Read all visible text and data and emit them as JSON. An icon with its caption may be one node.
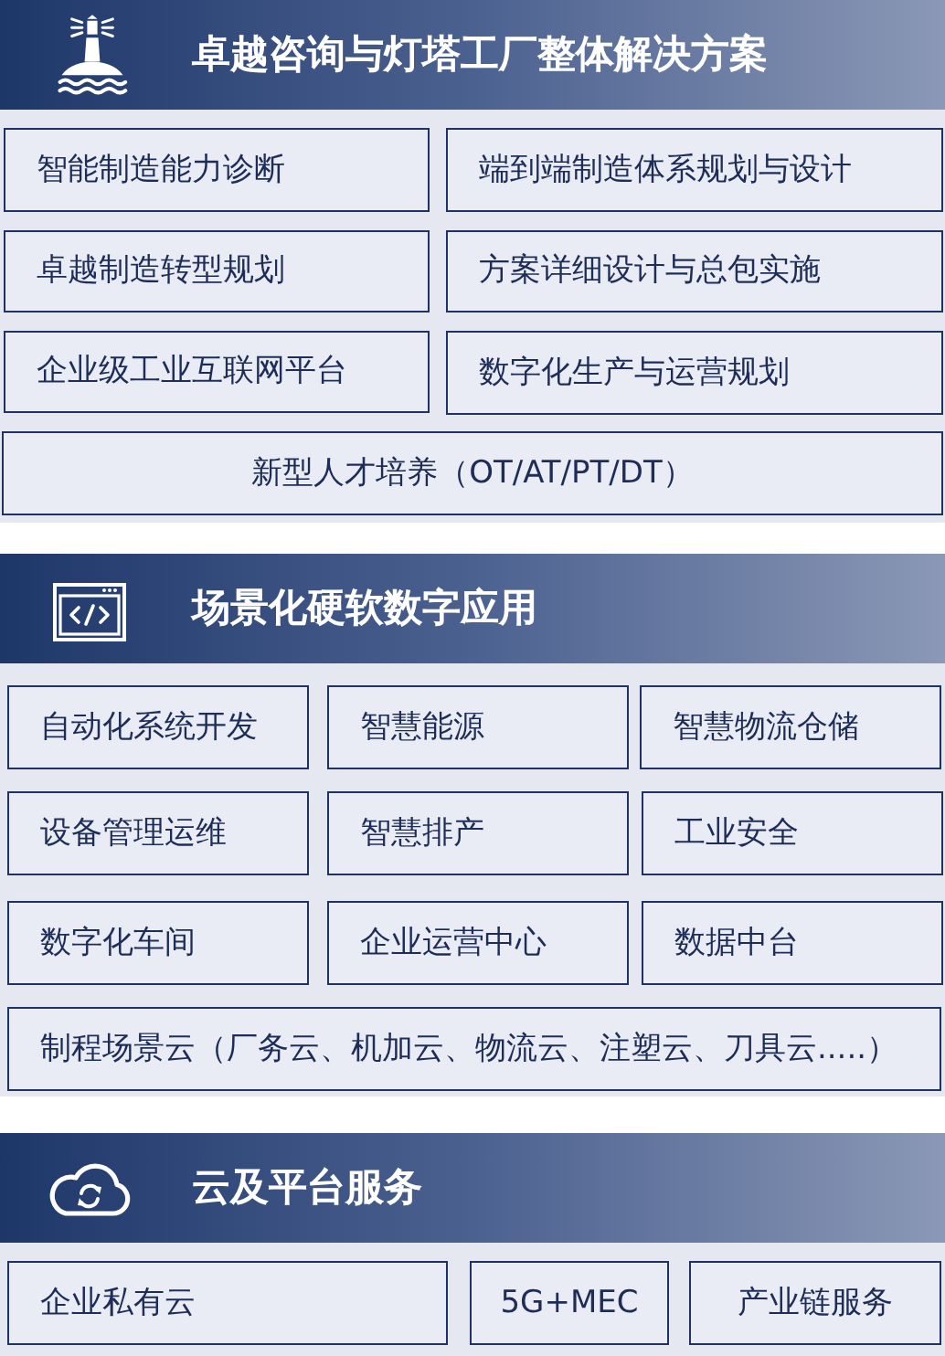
{
  "diagram": {
    "nodes": [
      {
        "text": [
          "卓越咨询与灯塔工厂整体解决方案"
        ]
      },
      {
        "text": [
          "智能制造能力诊断"
        ],
        "in": 0
      },
      {
        "text": [
          "端到端制造体系规划与设计"
        ],
        "in": 0
      },
      {
        "text": [
          "卓越制造转型规划"
        ],
        "in": 0
      },
      {
        "text": [
          "方案详细设计与总包实施"
        ],
        "in": 0
      },
      {
        "text": [
          "企业级工业互联网平台"
        ],
        "in": 0
      },
      {
        "text": [
          "数字化生产与运营规划"
        ],
        "in": 0
      },
      {
        "text": [
          "新型人才培养（OT/AT/PT/DT）"
        ],
        "in": 0
      },
      {
        "text": [
          "场景化硬软数字应用"
        ]
      },
      {
        "text": [
          "自动化系统开发"
        ],
        "in": 8
      },
      {
        "text": [
          "智慧能源"
        ],
        "in": 8
      },
      {
        "text": [
          "智慧物流仓储"
        ],
        "in": 8
      },
      {
        "text": [
          "设备管理运维"
        ],
        "in": 8
      },
      {
        "text": [
          "智慧排产"
        ],
        "in": 8
      },
      {
        "text": [
          "工业安全"
        ],
        "in": 8
      },
      {
        "text": [
          "数字化车间"
        ],
        "in": 8
      },
      {
        "text": [
          "企业运营中心"
        ],
        "in": 8
      },
      {
        "text": [
          "数据中台"
        ],
        "in": 8
      },
      {
        "text": [
          "制程场景云（厂务云、机加云、物流云、注塑云、刀具云.....）"
        ],
        "in": 8
      },
      {
        "text": [
          "云及平台服务"
        ]
      },
      {
        "text": [
          "企业私有云"
        ],
        "in": 19
      },
      {
        "text": [
          "5G+MEC"
        ],
        "in": 19
      },
      {
        "text": [
          "产业链服务"
        ],
        "in": 19
      }
    ]
  }
}
